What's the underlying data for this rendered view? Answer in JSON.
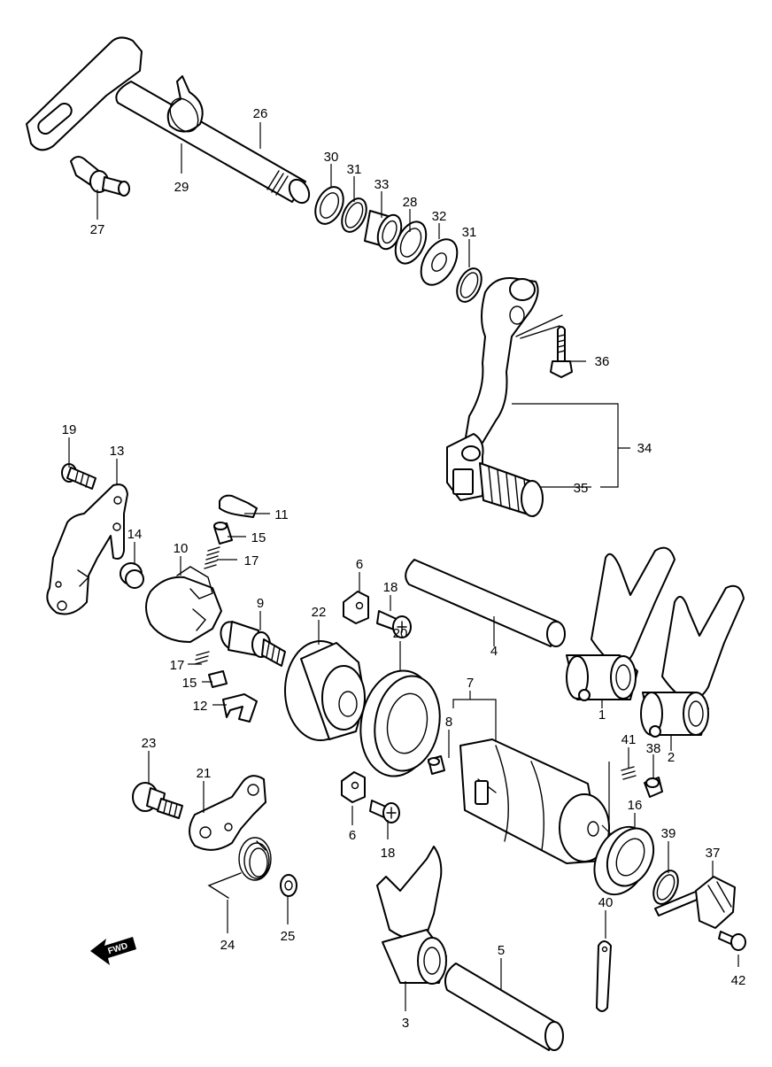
{
  "diagram": {
    "direction_badge": "FWD",
    "callouts": {
      "p1": "1",
      "p2": "2",
      "p3": "3",
      "p4": "4",
      "p5": "5",
      "p6a": "6",
      "p6b": "6",
      "p7": "7",
      "p8": "8",
      "p9": "9",
      "p10": "10",
      "p11": "11",
      "p12": "12",
      "p13": "13",
      "p14": "14",
      "p15a": "15",
      "p15b": "15",
      "p16": "16",
      "p17a": "17",
      "p17b": "17",
      "p18a": "18",
      "p18b": "18",
      "p19": "19",
      "p20": "20",
      "p21": "21",
      "p22": "22",
      "p23": "23",
      "p24": "24",
      "p25": "25",
      "p26": "26",
      "p27": "27",
      "p28": "28",
      "p29": "29",
      "p30": "30",
      "p31a": "31",
      "p31b": "31",
      "p32": "32",
      "p33": "33",
      "p34": "34",
      "p35": "35",
      "p36": "36",
      "p37": "37",
      "p38": "38",
      "p39": "39",
      "p40": "40",
      "p41": "41",
      "p42": "42"
    }
  }
}
